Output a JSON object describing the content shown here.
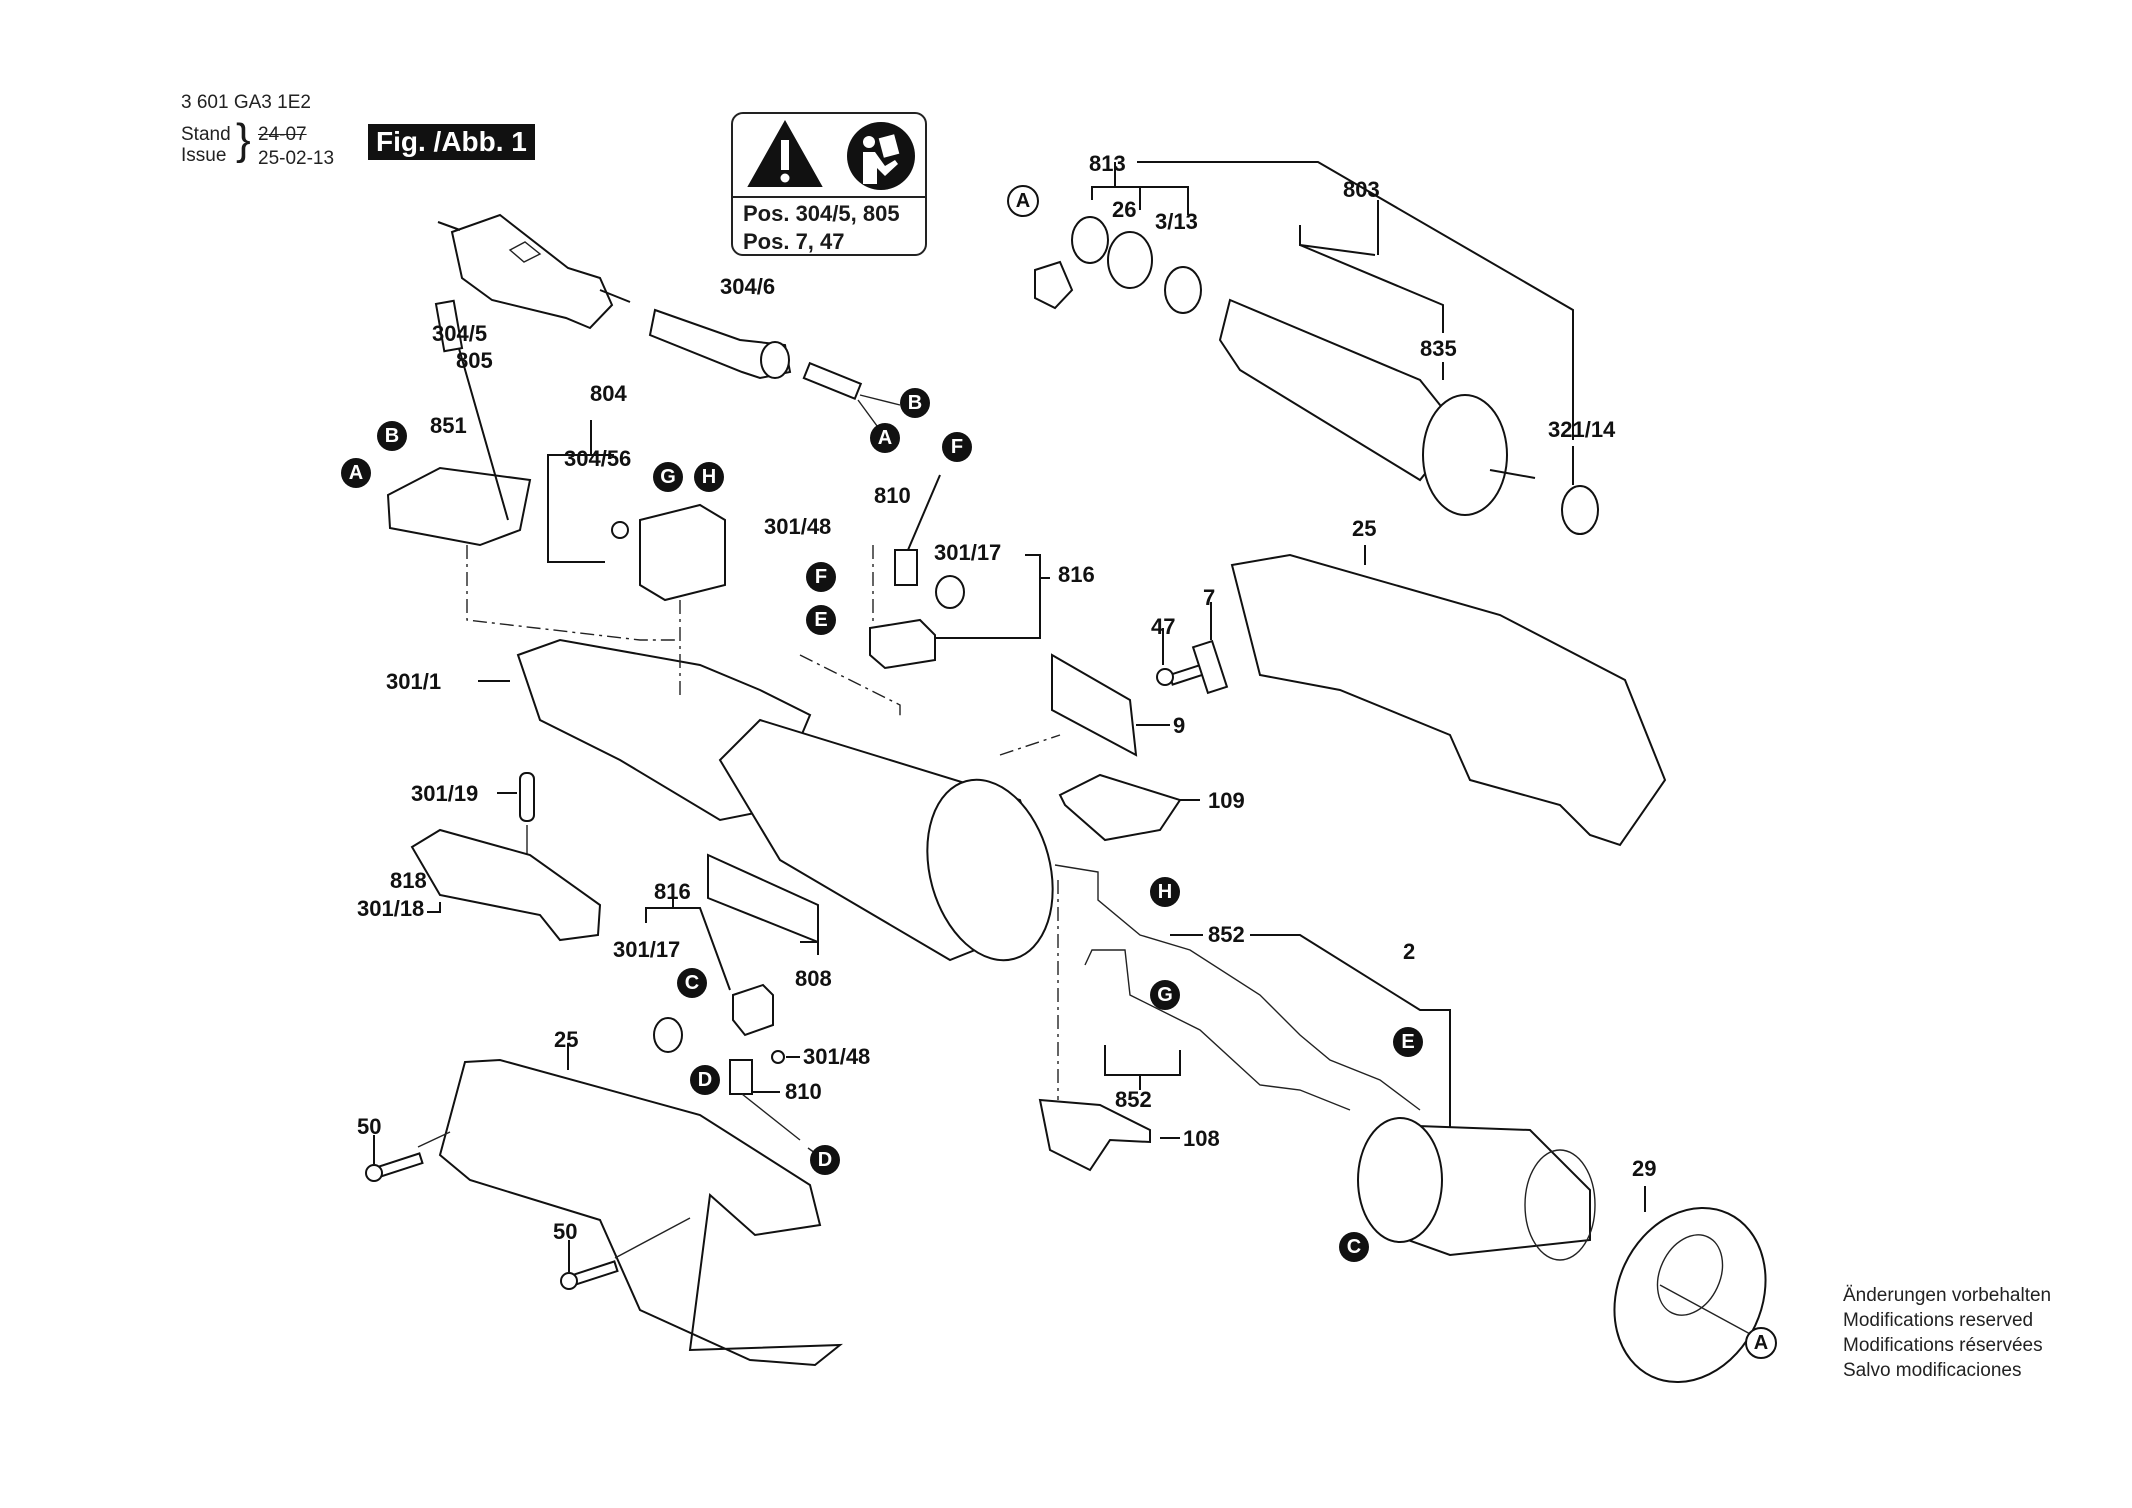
{
  "header": {
    "part_number": "3 601 GA3 1E2",
    "stand_label": "Stand",
    "issue_label": "Issue",
    "old_date": "24-07",
    "new_date": "25-02-13",
    "figure_label": "Fig. /Abb. 1"
  },
  "warning_box": {
    "icons": [
      "warning-triangle-icon",
      "read-manual-icon"
    ],
    "lines": [
      "Pos. 304/5, 805",
      "Pos. 7, 47"
    ]
  },
  "footer_note": {
    "lines": [
      "Änderungen vorbehalten",
      "Modifications reserved",
      "Modifications réservées",
      "Salvo modificaciones"
    ]
  },
  "part_labels": {
    "plug": "304/5",
    "plug2": "805",
    "sleeve": "304/6",
    "switch_group": "804",
    "switch_screw": "304/56",
    "switch_carrier": "851",
    "brush_screw_top": "301/48",
    "brush_top": "810",
    "brush_holder_top": "301/17",
    "brush_group_top": "816",
    "armature_group": "813",
    "bearing_26": "26",
    "bearing_313": "3/13",
    "armature_set": "803",
    "armature": "835",
    "bearing_32114": "321/14",
    "housing_half_top": "25",
    "screw_47": "47",
    "part_7": "7",
    "label_9": "9",
    "part_109": "109",
    "housing_3011": "301/1",
    "spring_30119": "301/19",
    "lever_818": "818",
    "lever_30118": "301/18",
    "brush_group_bottom": "816",
    "brush_holder_bottom": "301/17",
    "nameplate_808": "808",
    "brush_screw_bottom": "301/48",
    "brush_bottom": "810",
    "housing_half_bottom": "25",
    "screw_50a": "50",
    "screw_50b": "50",
    "wire_852_top": "852",
    "wire_852_bottom": "852",
    "field_2": "2",
    "part_108": "108",
    "fan_cover_29": "29"
  },
  "callouts": {
    "a1": "A",
    "b1": "B",
    "b2": "B",
    "a2": "A",
    "g1": "G",
    "h1": "H",
    "f1": "F",
    "f2": "F",
    "e1": "E",
    "a_ring_top": "A",
    "c1": "C",
    "d1": "D",
    "d2": "D",
    "h2": "H",
    "g2": "G",
    "e2": "E",
    "c2": "C",
    "a_ring_bottom": "A"
  }
}
